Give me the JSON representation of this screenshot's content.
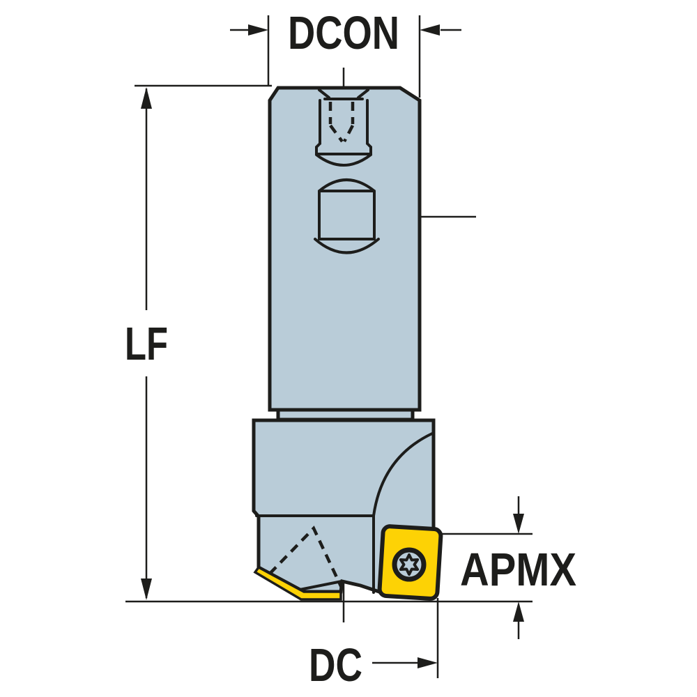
{
  "drawing": {
    "labels": {
      "dcon": "DCON",
      "lf": "LF",
      "apmx": "APMX",
      "dc": "DC"
    }
  },
  "colors": {
    "body-fill": "#b9ccd8",
    "insert-fill": "#fdd205",
    "line": "#1d1d1b",
    "background": "#ffffff"
  }
}
